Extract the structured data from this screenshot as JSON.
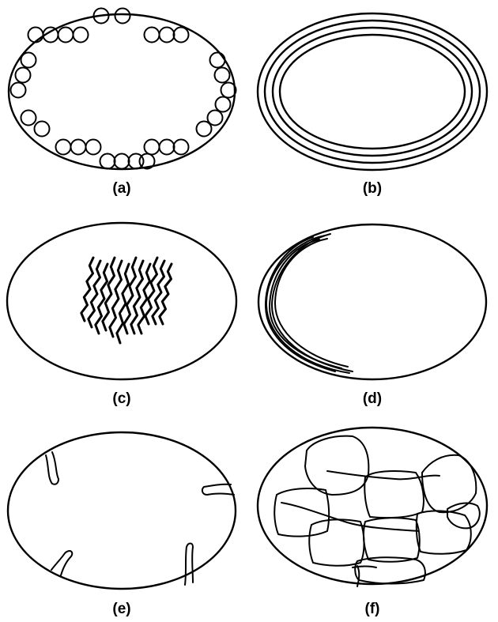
{
  "figure": {
    "panels": [
      {
        "id": "a",
        "label": "(a)"
      },
      {
        "id": "b",
        "label": "(b)"
      },
      {
        "id": "c",
        "label": "(c)"
      },
      {
        "id": "d",
        "label": "(d)"
      },
      {
        "id": "e",
        "label": "(e)"
      },
      {
        "id": "f",
        "label": "(f)"
      }
    ]
  }
}
